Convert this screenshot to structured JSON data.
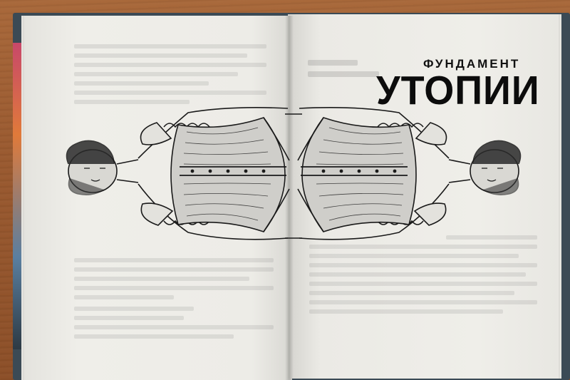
{
  "book": {
    "title_line1": "ФУНДАМЕНТ",
    "title_line2": "УТОПИИ"
  },
  "illustration": {
    "subject": "mirrored engraving of a woman in a corset",
    "icon": "corset-illustration"
  },
  "colors": {
    "table": "#9a5a30",
    "cover": "#3b4a55",
    "paper": "#ecebe6",
    "ink": "#111111"
  }
}
